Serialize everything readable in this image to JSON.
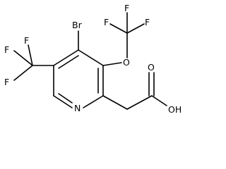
{
  "structure": {
    "atoms": {
      "br": "Br",
      "o_ether": "O",
      "f_ocf3_1": "F",
      "f_ocf3_2": "F",
      "f_ocf3_3": "F",
      "f_cf3_1": "F",
      "f_cf3_2": "F",
      "f_cf3_3": "F",
      "n_ring": "N",
      "o_carbonyl": "O",
      "oh": "OH"
    }
  }
}
